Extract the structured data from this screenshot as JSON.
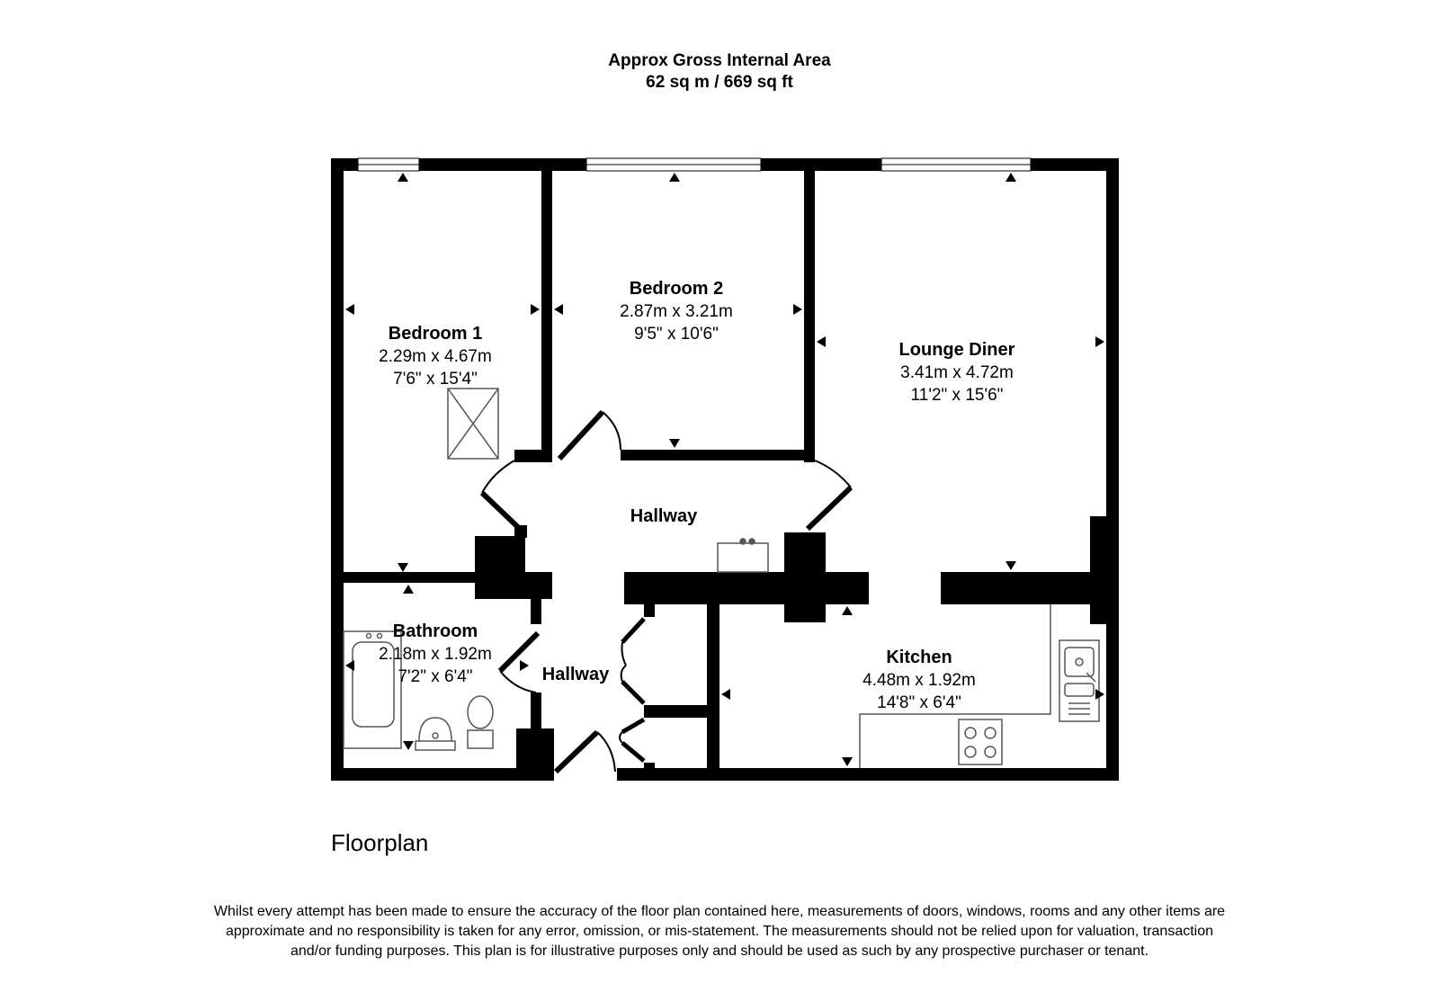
{
  "header": {
    "line1": "Approx Gross Internal Area",
    "line2": "62 sq m / 669 sq ft"
  },
  "rooms": {
    "bedroom1": {
      "name": "Bedroom 1",
      "metric": "2.29m x 4.67m",
      "imperial": "7'6\" x 15'4\""
    },
    "bedroom2": {
      "name": "Bedroom 2",
      "metric": "2.87m x 3.21m",
      "imperial": "9'5\" x 10'6\""
    },
    "lounge": {
      "name": "Lounge Diner",
      "metric": "3.41m x 4.72m",
      "imperial": "11'2\" x 15'6\""
    },
    "hallway_upper": {
      "name": "Hallway"
    },
    "hallway_lower": {
      "name": "Hallway"
    },
    "bathroom": {
      "name": "Bathroom",
      "metric": "2.18m x 1.92m",
      "imperial": "7'2\" x 6'4\""
    },
    "kitchen": {
      "name": "Kitchen",
      "metric": "4.48m x 1.92m",
      "imperial": "14'8\" x 6'4\""
    }
  },
  "floor_label": "Floorplan",
  "disclaimer": "Whilst every attempt has been made to ensure the accuracy of the floor plan contained here, measurements of doors, windows, rooms and any other items are approximate and no responsibility is taken for any error, omission, or mis-statement. The measurements should not be relied upon for valuation, transaction and/or funding purposes. This plan is for illustrative purposes only and should be used as such by any prospective purchaser or tenant.",
  "colors": {
    "wall": "#000000",
    "fixture": "#555555",
    "background": "#ffffff"
  }
}
